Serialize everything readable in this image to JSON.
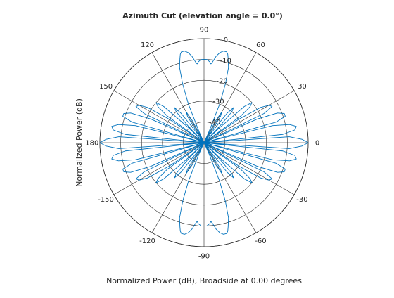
{
  "chart_data": {
    "type": "polar-line",
    "title": "Azimuth Cut (elevation angle = 0.0°)",
    "xlabel": "Normalized Power (dB), Broadside at 0.00 degrees",
    "ylabel": "Normalized Power (dB)",
    "angle_unit": "degrees",
    "angle_ticks": [
      0,
      30,
      60,
      90,
      120,
      150,
      180,
      -150,
      -120,
      -90,
      -60,
      -30
    ],
    "angle_tick_labels": [
      "0",
      "30",
      "60",
      "90",
      "120",
      "150",
      "-180",
      "-150",
      "-120",
      "-90",
      "-60",
      "-30"
    ],
    "rlim": [
      -50,
      0
    ],
    "r_ticks": [
      -40,
      -30,
      -20,
      -10,
      0
    ],
    "r_tick_labels": [
      "-40",
      "-30",
      "-20",
      "-10",
      "0"
    ],
    "r_label_angle_deg": 80,
    "grid": true,
    "series": [
      {
        "color": "#0072bd",
        "symmetry": "mirror about 0-180 axis and about 90/-90 axis",
        "angle_deg": [
          0,
          2,
          4,
          5,
          6,
          8,
          10,
          12,
          14,
          15,
          16,
          18,
          20,
          22,
          24,
          25,
          26,
          28,
          30,
          32,
          34,
          35,
          36,
          38,
          40,
          42,
          44,
          45,
          46,
          48,
          50,
          52,
          54,
          55,
          56,
          58,
          60,
          62,
          64,
          65,
          66,
          68,
          70,
          72,
          74,
          75,
          76,
          78,
          80,
          82,
          84,
          85,
          86,
          88,
          90
        ],
        "power_db": [
          0,
          -3,
          -9,
          -50,
          -12,
          -6,
          -5,
          -8,
          -16,
          -50,
          -14,
          -9,
          -9,
          -12,
          -22,
          -50,
          -18,
          -13,
          -14,
          -18,
          -30,
          -50,
          -28,
          -22,
          -20,
          -24,
          -40,
          -50,
          -40,
          -30,
          -28,
          -32,
          -45,
          -50,
          -45,
          -35,
          -33,
          -38,
          -48,
          -50,
          -44,
          -30,
          -20,
          -12,
          -8,
          -6,
          -5,
          -5,
          -6,
          -8,
          -11,
          -12,
          -11,
          -10,
          -10
        ]
      }
    ]
  }
}
